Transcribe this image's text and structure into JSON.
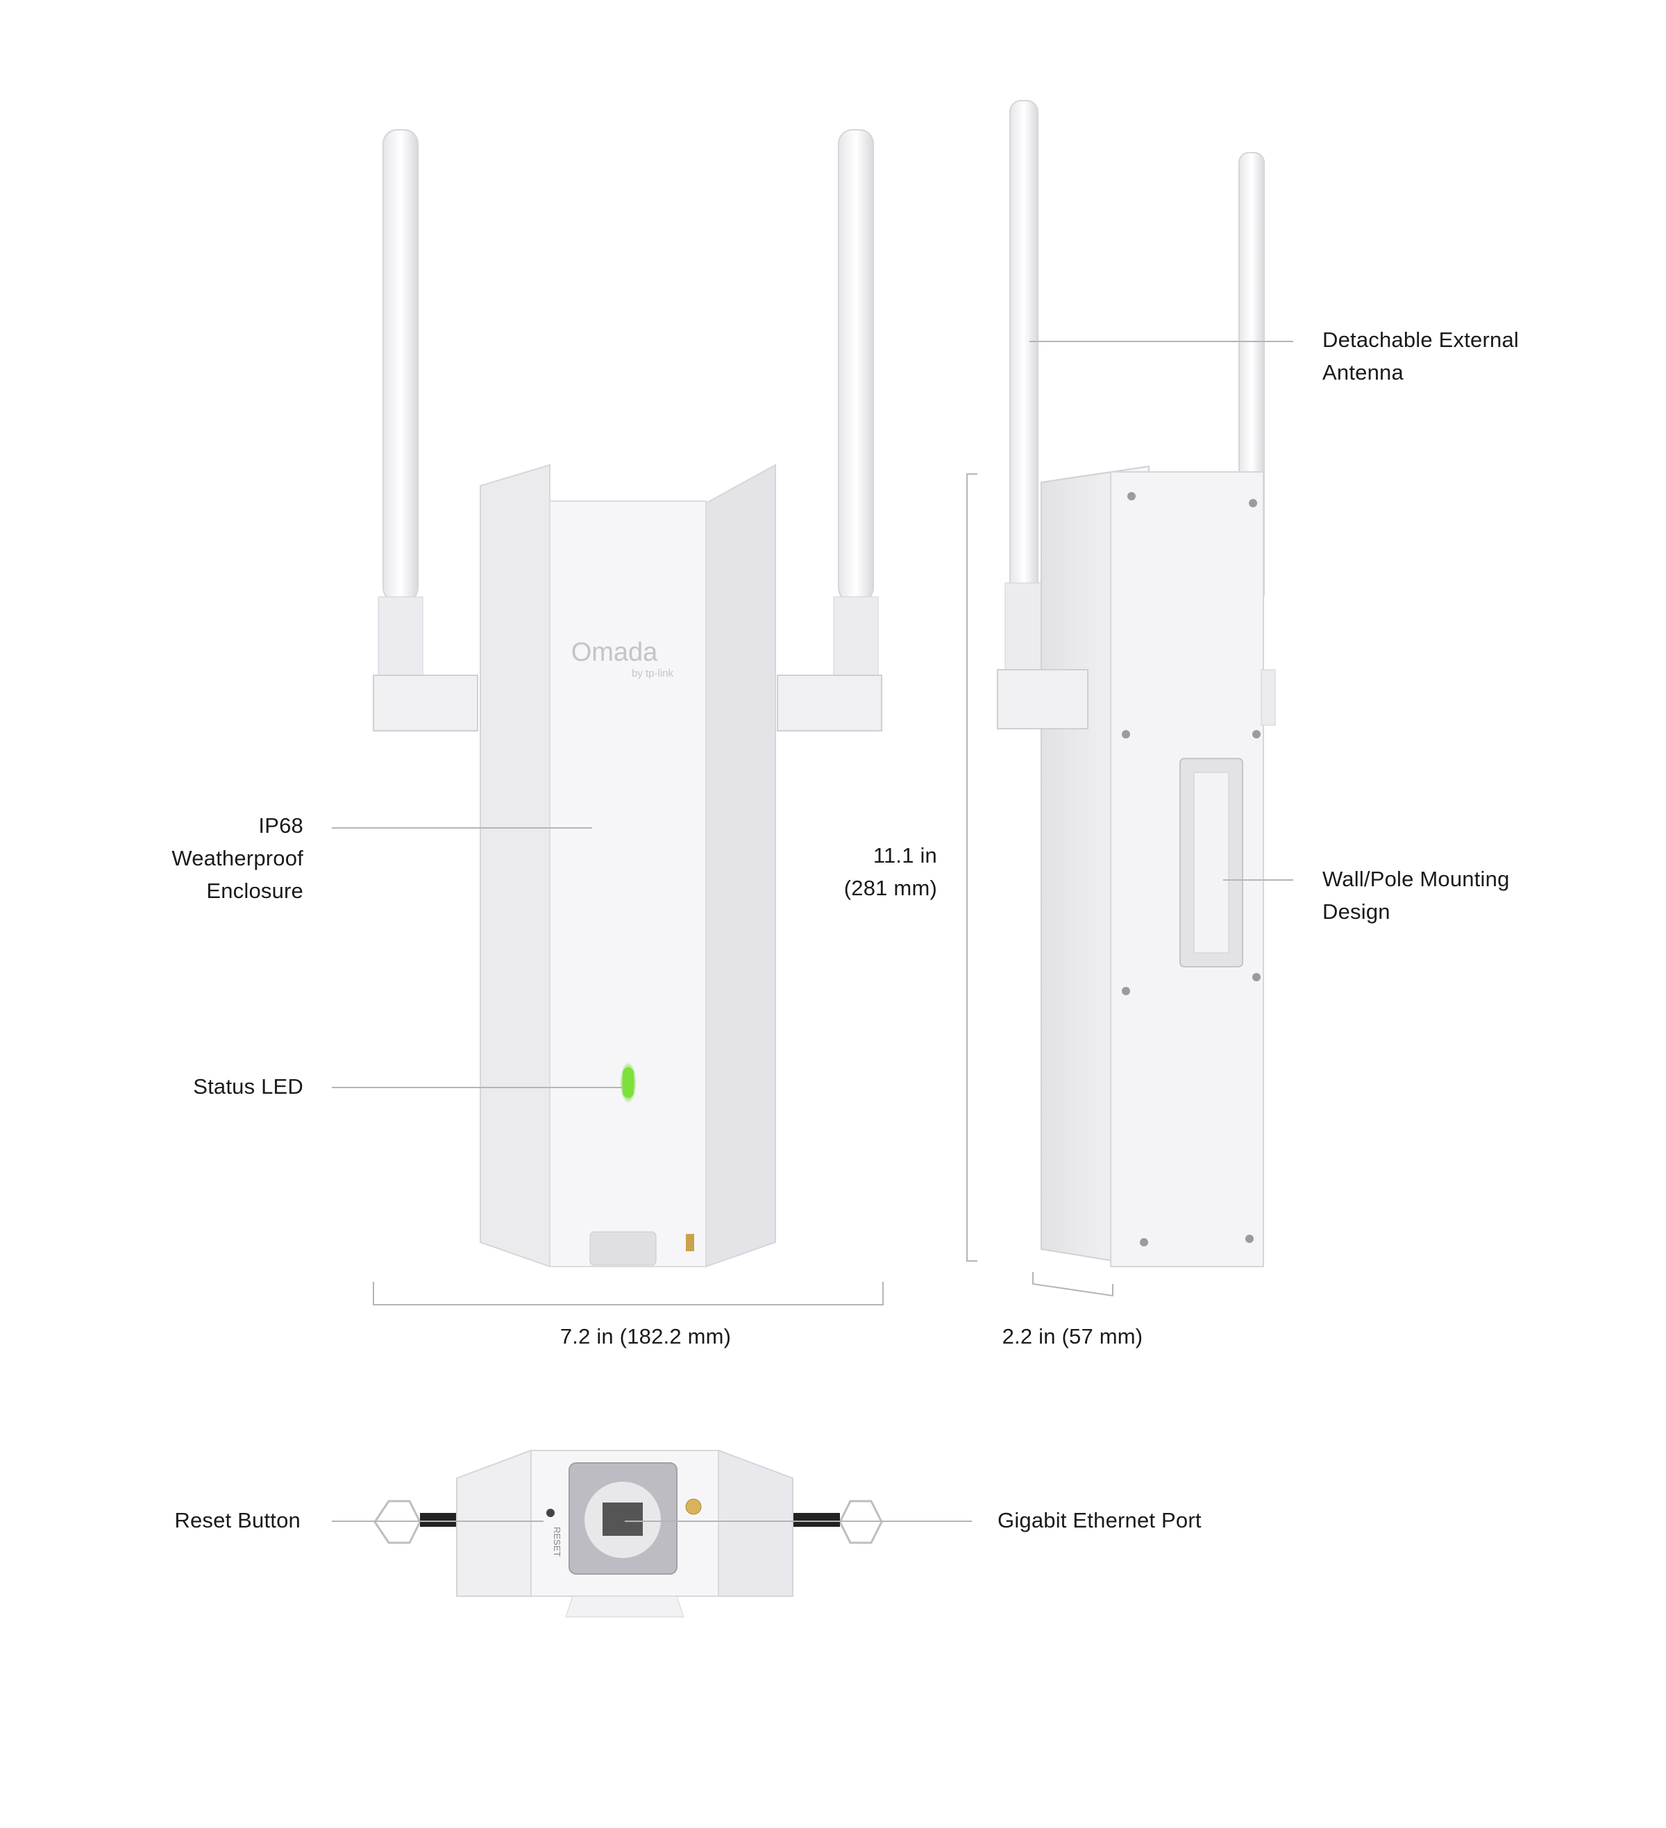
{
  "product": {
    "logo_text": "Omada",
    "logo_subtext": "by tp-link",
    "reset_port_label": "RESET"
  },
  "callouts": {
    "antenna": [
      "Detachable External",
      "Antenna"
    ],
    "enclosure": [
      "IP68",
      "Weatherproof",
      "Enclosure"
    ],
    "status_led": "Status LED",
    "mounting": [
      "Wall/Pole Mounting",
      "Design"
    ],
    "reset_button": "Reset Button",
    "ethernet_port": "Gigabit Ethernet Port"
  },
  "dimensions": {
    "height": [
      "11.1 in",
      "(281 mm)"
    ],
    "width": "7.2 in (182.2 mm)",
    "depth": "2.2 in (57 mm)"
  },
  "colors": {
    "led": "#7ee03a",
    "leader_line": "#b5b5b5",
    "body": "#f4f4f6"
  }
}
